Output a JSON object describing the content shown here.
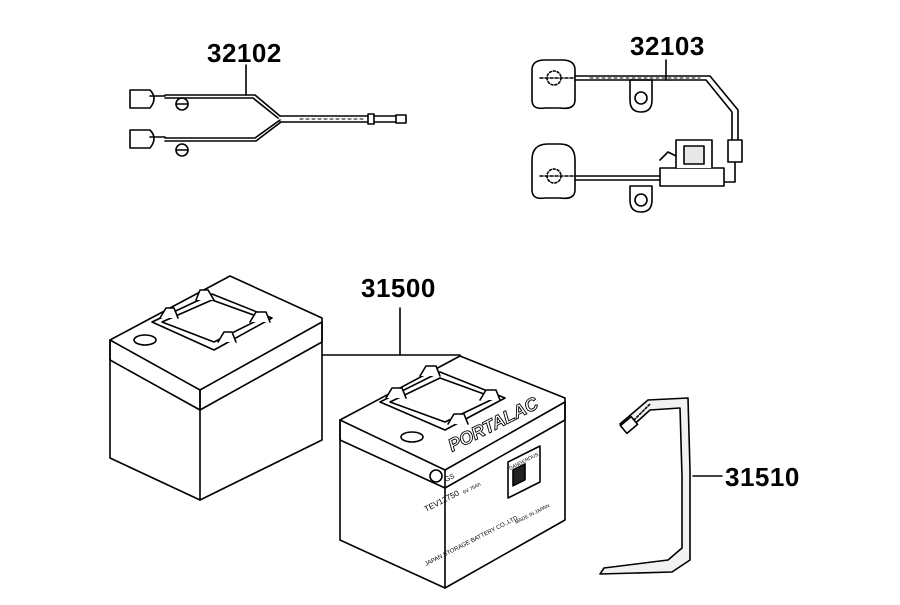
{
  "parts": [
    {
      "id": "harness_a",
      "number": "32102"
    },
    {
      "id": "harness_b",
      "number": "32103"
    },
    {
      "id": "battery",
      "number": "31500"
    },
    {
      "id": "strap",
      "number": "31510"
    }
  ],
  "battery_markings": {
    "brand": "PORTALAC",
    "maker_logo": "GS",
    "model": "TEV12750",
    "rating": "6V 75Ah",
    "warning_box": "DANGEROUS",
    "origin": "MADE IN JAPAN",
    "manufacturer": "JAPAN STORAGE BATTERY CO.,LTD."
  },
  "colors": {
    "line": "#000000",
    "background": "#ffffff",
    "fill_light": "#f2f2f2"
  }
}
